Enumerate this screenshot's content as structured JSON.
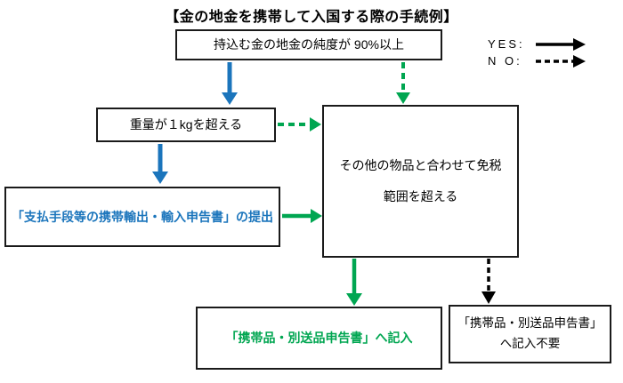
{
  "title": "【金の地金を携帯して入国する際の手続例】",
  "legend": {
    "yes_label": "YES:",
    "no_label": "N O:"
  },
  "nodes": {
    "purity": "持込む金の地金の純度が 90%以上",
    "weight": "重量が１kgを超える",
    "payment_declaration": "「支払手段等の携帯輸出・輸入申告書」の提出",
    "duty_free": "その他の物品と合わせて免税範囲を超える",
    "customs_form": "「携帯品・別送品申告書」へ記入",
    "customs_form_not_required": "「携帯品・別送品申告書」 へ記入不要"
  },
  "colors": {
    "blue": "#1b75bc",
    "green": "#00a651",
    "ink": "#000000"
  }
}
